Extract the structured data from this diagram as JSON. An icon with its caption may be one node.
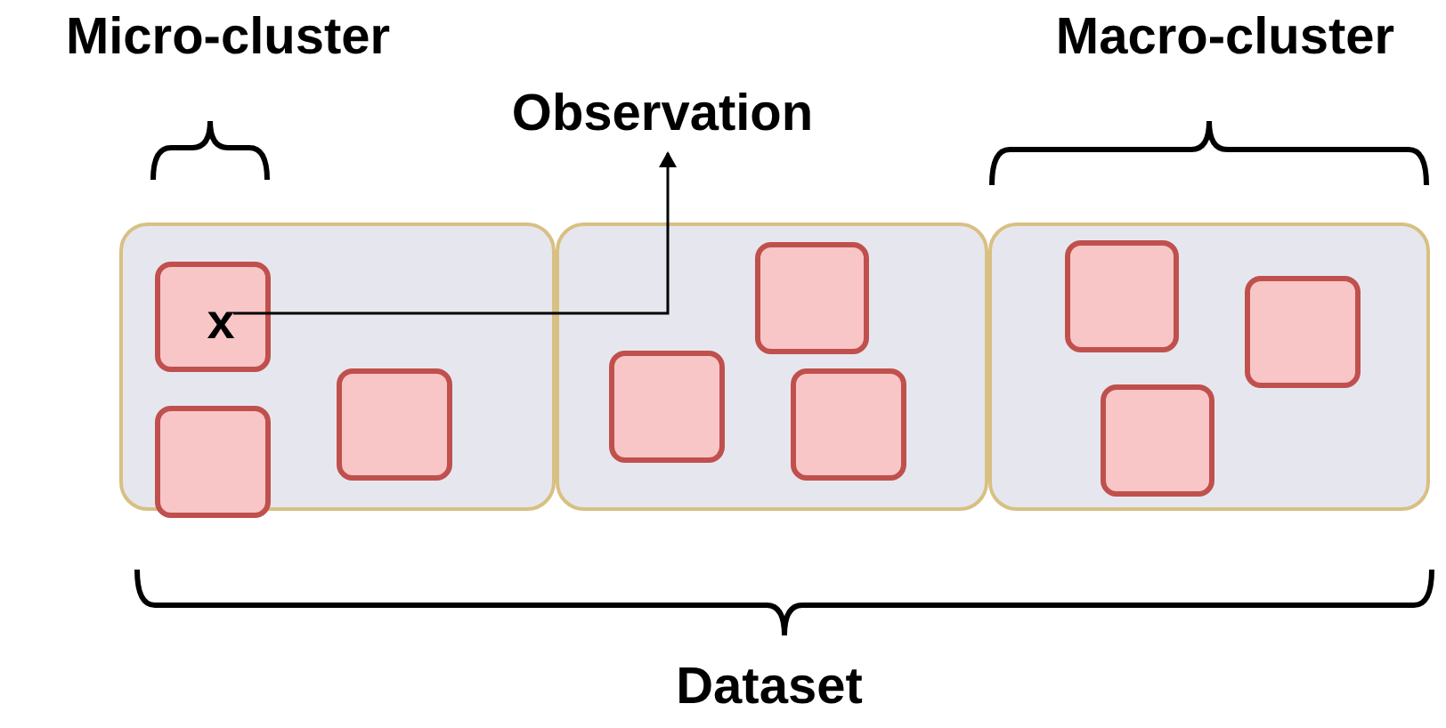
{
  "diagram": {
    "nodes": [
      {
        "text": [
          "Observation"
        ]
      },
      {
        "text": [],
        "shape": "box"
      },
      {
        "text": [],
        "shape": "box"
      },
      {
        "text": [],
        "shape": "box"
      },
      {
        "text": [],
        "shape": "box",
        "in": 1
      },
      {
        "text": [
          "x"
        ],
        "in": 4
      },
      {
        "text": [],
        "shape": "box",
        "in": 1
      },
      {
        "text": [],
        "shape": "box",
        "in": 1
      },
      {
        "text": [],
        "shape": "box",
        "in": 2
      },
      {
        "text": [],
        "shape": "box",
        "in": 2
      },
      {
        "text": [],
        "shape": "box",
        "in": 2
      },
      {
        "text": [],
        "shape": "box",
        "in": 3
      },
      {
        "text": [],
        "shape": "box",
        "in": 3
      },
      {
        "text": [],
        "shape": "box",
        "in": 3
      }
    ],
    "edges": [
      {
        "from": 5,
        "to": 0,
        "arrow": "to"
      }
    ],
    "labels": [
      "Micro-cluster",
      "Macro-cluster",
      "Dataset"
    ]
  }
}
